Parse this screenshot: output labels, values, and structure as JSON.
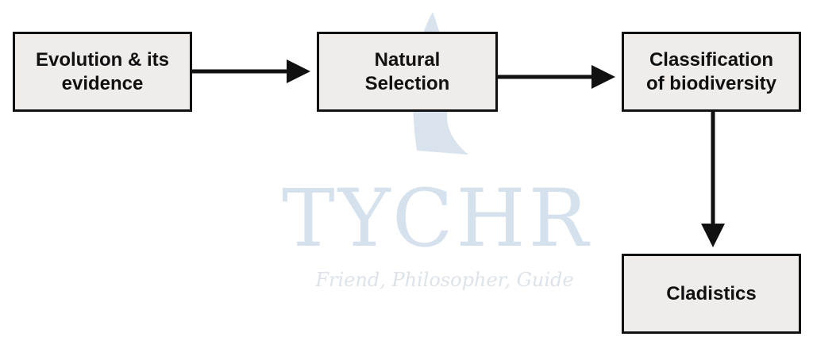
{
  "watermark": {
    "title": "TYCHR",
    "tagline": "Friend, Philosopher, Guide"
  },
  "nodes": [
    {
      "id": "evolution",
      "label": "Evolution & its\nevidence"
    },
    {
      "id": "natural-selection",
      "label": "Natural\nSelection"
    },
    {
      "id": "classification",
      "label": "Classification\nof biodiversity"
    },
    {
      "id": "cladistics",
      "label": "Cladistics"
    }
  ],
  "edges": [
    {
      "from": "evolution",
      "to": "natural-selection"
    },
    {
      "from": "natural-selection",
      "to": "classification"
    },
    {
      "from": "classification",
      "to": "cladistics"
    }
  ],
  "colors": {
    "box_fill": "#f0ecea",
    "stroke": "#111111",
    "watermark": "#d5e1ec"
  }
}
